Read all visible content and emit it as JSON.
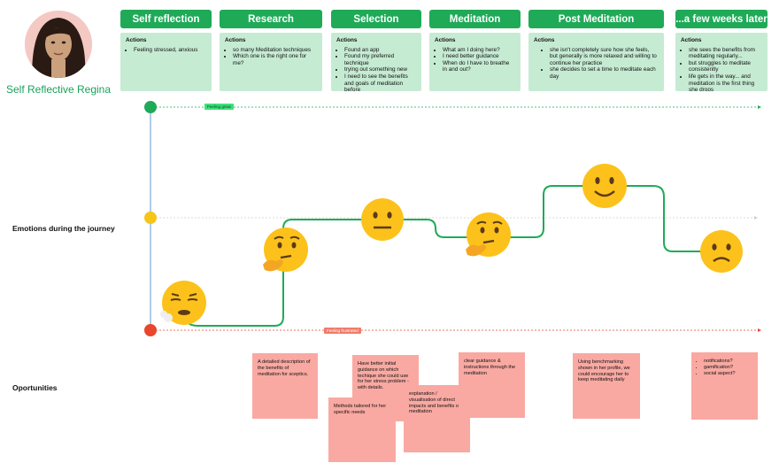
{
  "persona": {
    "name": "Self Reflective Regina"
  },
  "stages": [
    {
      "label": "Self reflection",
      "actions_title": "Actions",
      "items": [
        "Feeling stressed, anxious"
      ]
    },
    {
      "label": "Research",
      "actions_title": "Actions",
      "items": [
        "so many Meditation techniques",
        "Which one is the right one for me?"
      ]
    },
    {
      "label": "Selection",
      "actions_title": "Actions",
      "items": [
        "Found an app",
        "Found my preferred technique",
        "trying out something new",
        "I need to see the benefits and goals of meditation before"
      ]
    },
    {
      "label": "Meditation",
      "actions_title": "Actions",
      "items": [
        "What am I doing here?",
        "I need better guidance",
        "When do I have to breathe in and out?"
      ]
    },
    {
      "label": "Post Meditation",
      "actions_title": "Actions",
      "items": [
        "she isn't completely sure how she feels, but generally is more relaxed and willing to continue her practice",
        "she decides to set a time to meditate each day"
      ]
    },
    {
      "label": "...a few weeks later",
      "actions_title": "Actions",
      "items": [
        "she sees the benefits from meditating regularly...",
        "but struggles to meditate consistently",
        "life gets in the way... and meditation is the first thing she drops"
      ]
    }
  ],
  "rows": {
    "emotions": "Emotions during the journey",
    "opportunities": "Oportunities"
  },
  "scale": {
    "top": "Feeling great",
    "bottom": "Feeling frustrated"
  },
  "colors": {
    "green": "#1faa58",
    "yellow": "#f5c518",
    "red": "#e8462d",
    "note": "#f9a9a2",
    "card": "#c6ebd3"
  },
  "emojis": [
    "exhausted-face-icon",
    "thinking-face-icon",
    "neutral-face-icon",
    "thinking-face-icon",
    "smiling-face-icon",
    "frowning-face-icon"
  ],
  "opportunities": [
    "A detailed description of the benefits of meditation for sceptics.",
    "Have better initial guidance on which techique she could use for her stress problem - with details.",
    "Methods tailored for her specific needs",
    "explanation / visualisation of direct impacts and benefits of meditation",
    "clear guidance & instructions through the meditation",
    "Using benchmarking shown in her profile, we could encourage her to keep meditating daily",
    [
      "notifications?",
      "gamification?",
      "social aspect?"
    ]
  ]
}
